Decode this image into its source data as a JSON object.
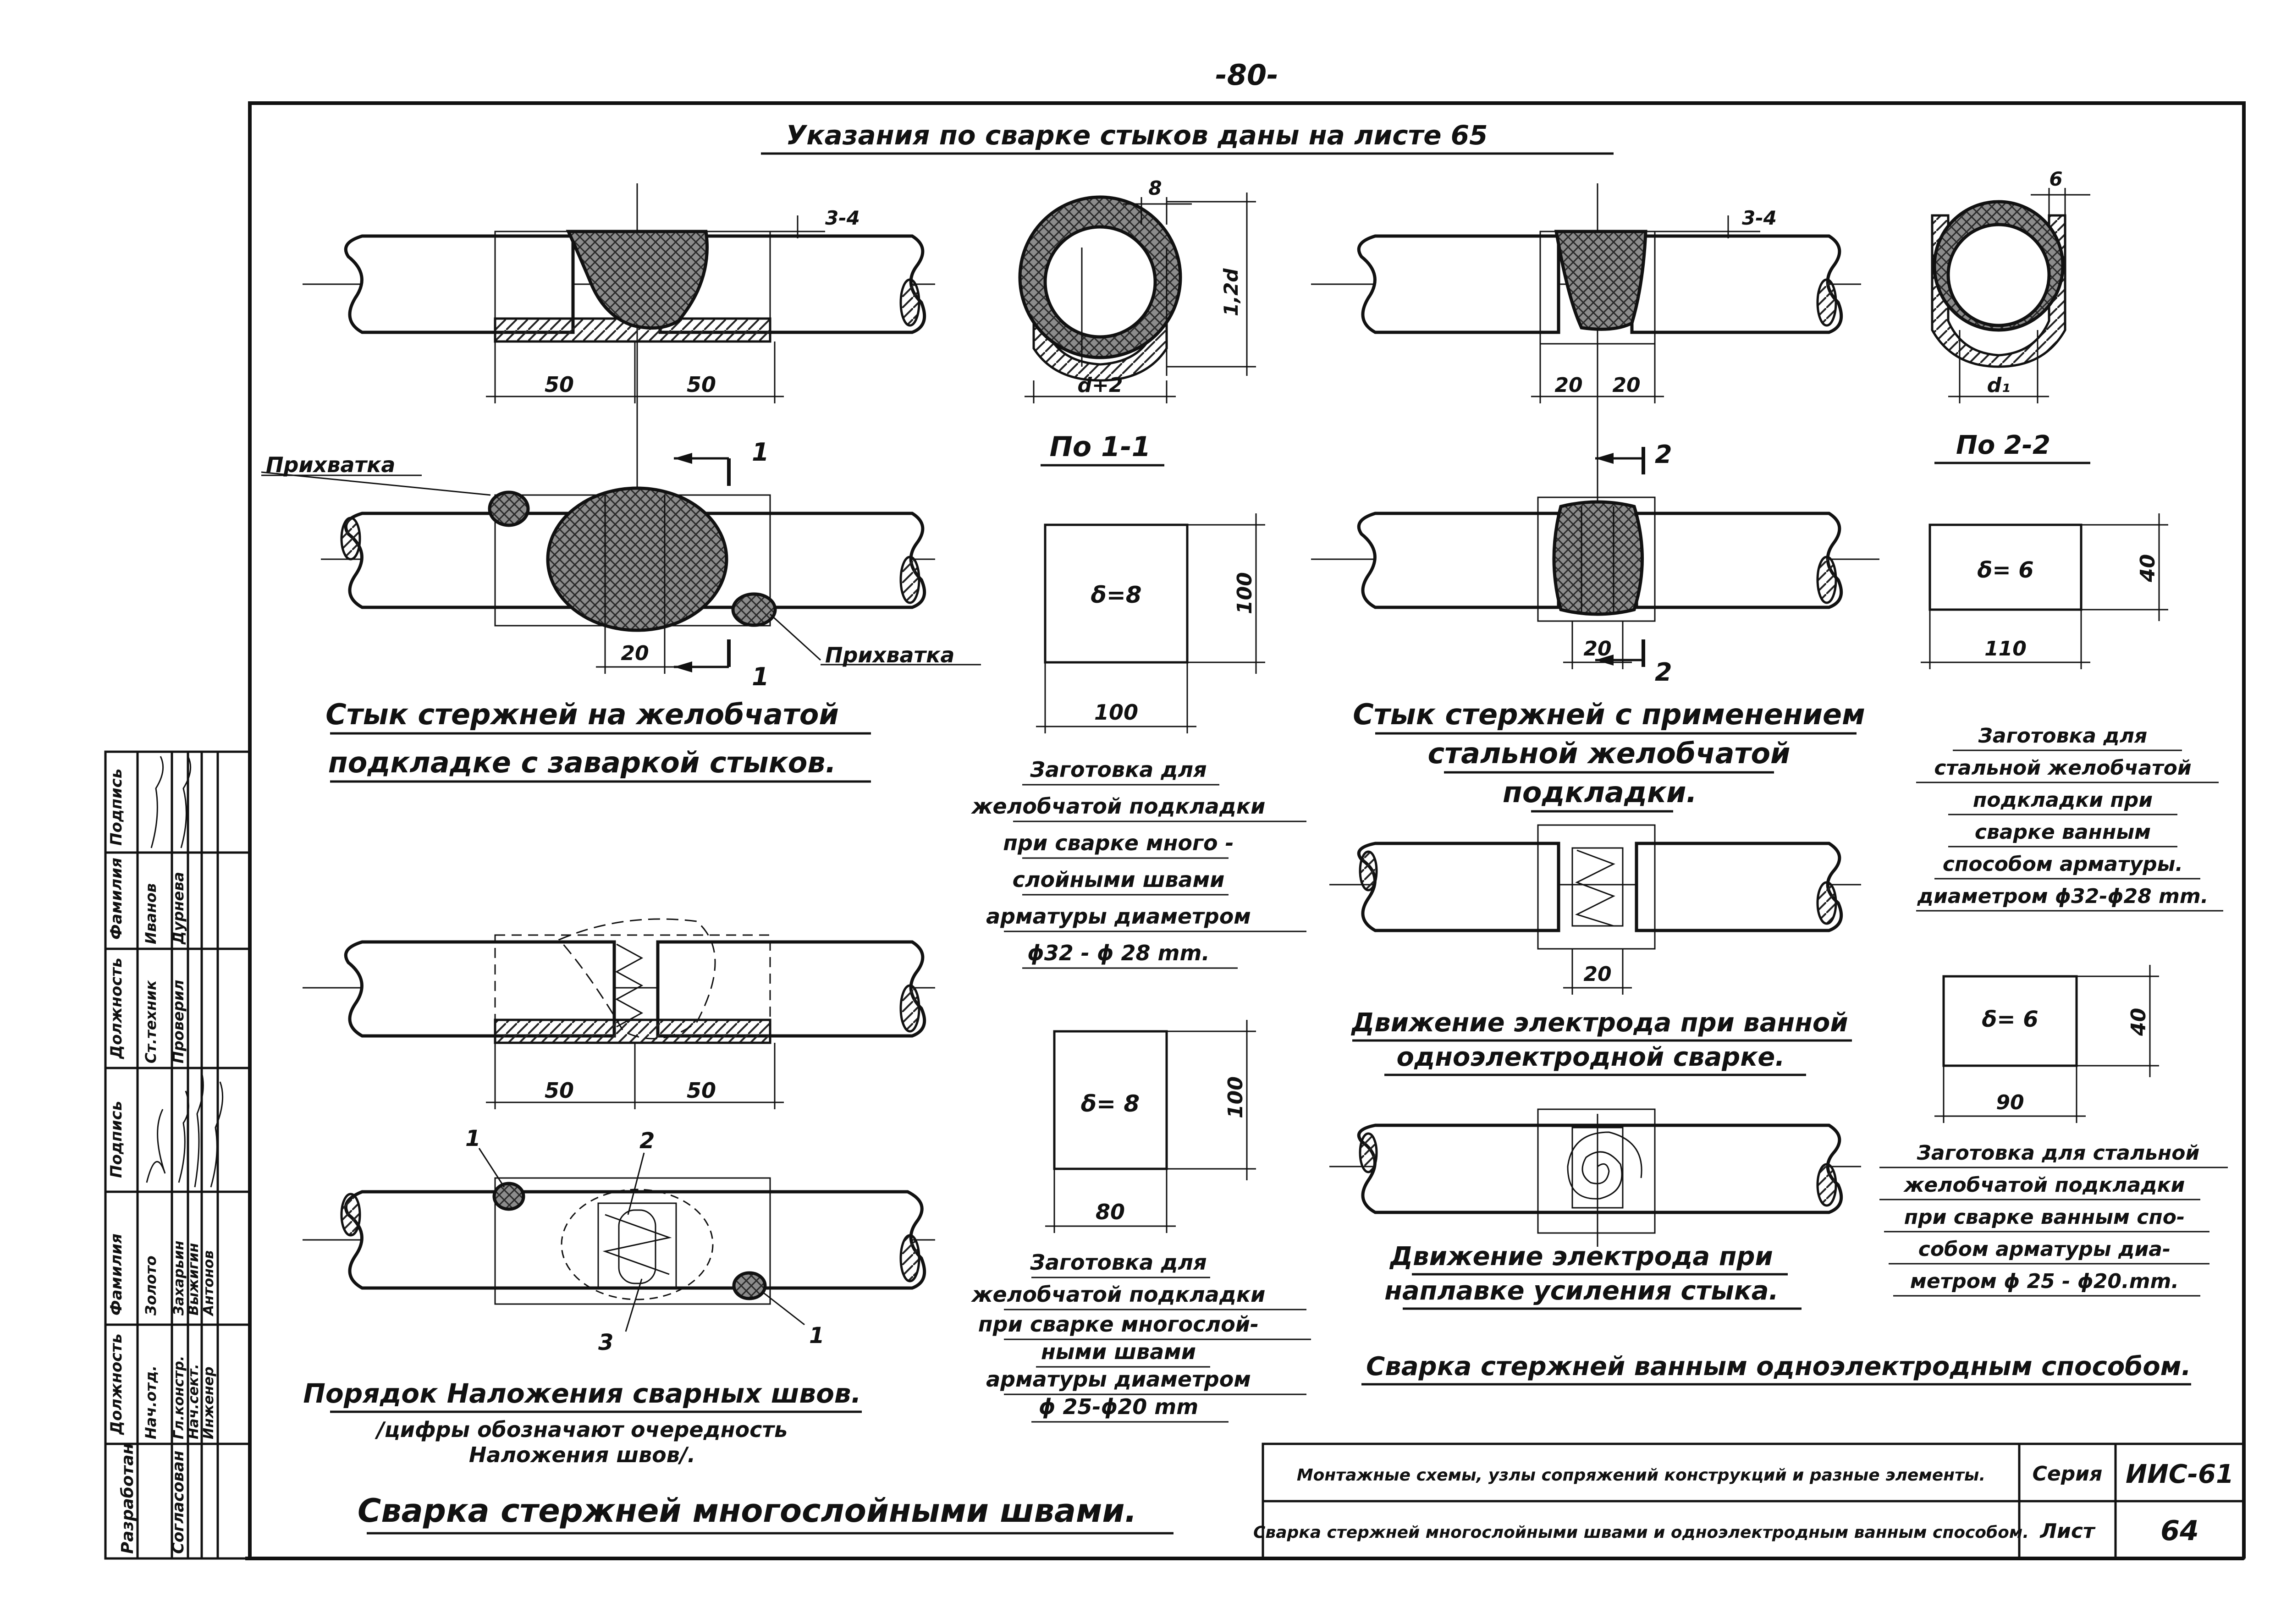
{
  "page_number": "-80-",
  "header_note": "Указания по сварке стыков даны на листе 65",
  "colors": {
    "ink": "#111111",
    "paper": "#ffffff"
  },
  "left": {
    "top_dims": {
      "d1": "50",
      "d2": "50",
      "gap": "3-4"
    },
    "section1": {
      "top": "8",
      "height": "1,2d",
      "width": "d+2",
      "title": "По 1-1"
    },
    "plan": {
      "tack_left": "Прихватка",
      "tack_right": "Прихватка",
      "cut_mark": "1",
      "dim": "20"
    },
    "caption_line1": "Стык стержней на желобчатой",
    "caption_line2": "подкладке с заваркой стыков.",
    "blank1": {
      "thickness": "δ=8",
      "height": "100",
      "width": "100",
      "caption": [
        "Заготовка для",
        "желобчатой подкладки",
        "при сварке много -",
        "слойными швами",
        "арматуры диаметром",
        "ϕ32 - ϕ 28 mm."
      ]
    },
    "lower_dims": {
      "d1": "50",
      "d2": "50"
    },
    "order_marks": {
      "m1a": "1",
      "m2": "2",
      "m3": "3",
      "m1b": "1"
    },
    "order_caption": "Порядок Наложения сварных швов.",
    "order_note_line1": "/цифры обозначают очередность",
    "order_note_line2": "Наложения швов/.",
    "blank2": {
      "thickness": "δ= 8",
      "height": "100",
      "width": "80",
      "caption": [
        "Заготовка для",
        "желобчатой подкладки",
        "при сварке многослой-",
        "ными швами",
        "арматуры диаметром",
        "ϕ 25-ϕ20 mm"
      ]
    },
    "main_caption": "Сварка стержней многослойными швами."
  },
  "right": {
    "top_dims": {
      "d1": "20",
      "d2": "20",
      "gap": "3-4"
    },
    "section2": {
      "top": "6",
      "width": "d₁",
      "title": "По 2-2"
    },
    "plan": {
      "cut_mark": "2",
      "dim": "20"
    },
    "caption_line1": "Стык стержней с применением",
    "caption_line2": "стальной желобчатой",
    "caption_line3": "подкладки.",
    "blank3": {
      "thickness": "δ= 6",
      "height": "40",
      "width": "110",
      "caption": [
        "Заготовка для",
        "стальной желобчатой",
        "подкладки при",
        "сварке ванным",
        "способом арматуры.",
        "диаметром ϕ32-ϕ28 mm."
      ]
    },
    "motion1": {
      "dim": "20",
      "caption_line1": "Движение электрода при ванной",
      "caption_line2": "одноэлектродной сварке."
    },
    "blank4": {
      "thickness": "δ= 6",
      "height": "40",
      "width": "90",
      "caption": [
        "Заготовка для стальной",
        "желобчатой подкладки",
        "при сварке ванным спо-",
        "собом арматуры диа-",
        "метром ϕ 25 - ϕ20.mm."
      ]
    },
    "motion2": {
      "caption_line1": "Движение электрода при",
      "caption_line2": "наплавке усиления стыка."
    },
    "main_caption": "Сварка стержней ванным одноэлектродным способом."
  },
  "stamp": {
    "description": "Монтажные схемы, узлы сопряжений конструкций и разные элементы.",
    "title": "Сварка стержней многослойными швами и одноэлектродным ванным способом.",
    "series_label": "Серия",
    "series_value": "ИИС-61",
    "sheet_label": "Лист",
    "sheet_value": "64"
  },
  "side_table": {
    "group_developed": "Разработан",
    "group_checked": "Согласован",
    "headers": [
      "Должность",
      "Фамилия",
      "Подпись"
    ],
    "rows": [
      [
        "Нач.отд.",
        "Золото",
        ""
      ],
      [
        "Гл.констр.",
        "Захарьин",
        ""
      ],
      [
        "Нач.сект.",
        "Выжигин",
        ""
      ],
      [
        "Инженер",
        "Антонов",
        ""
      ],
      [
        "Ст.техник",
        "Иванов",
        ""
      ],
      [
        "Проверил",
        "Дурнева",
        ""
      ]
    ]
  }
}
